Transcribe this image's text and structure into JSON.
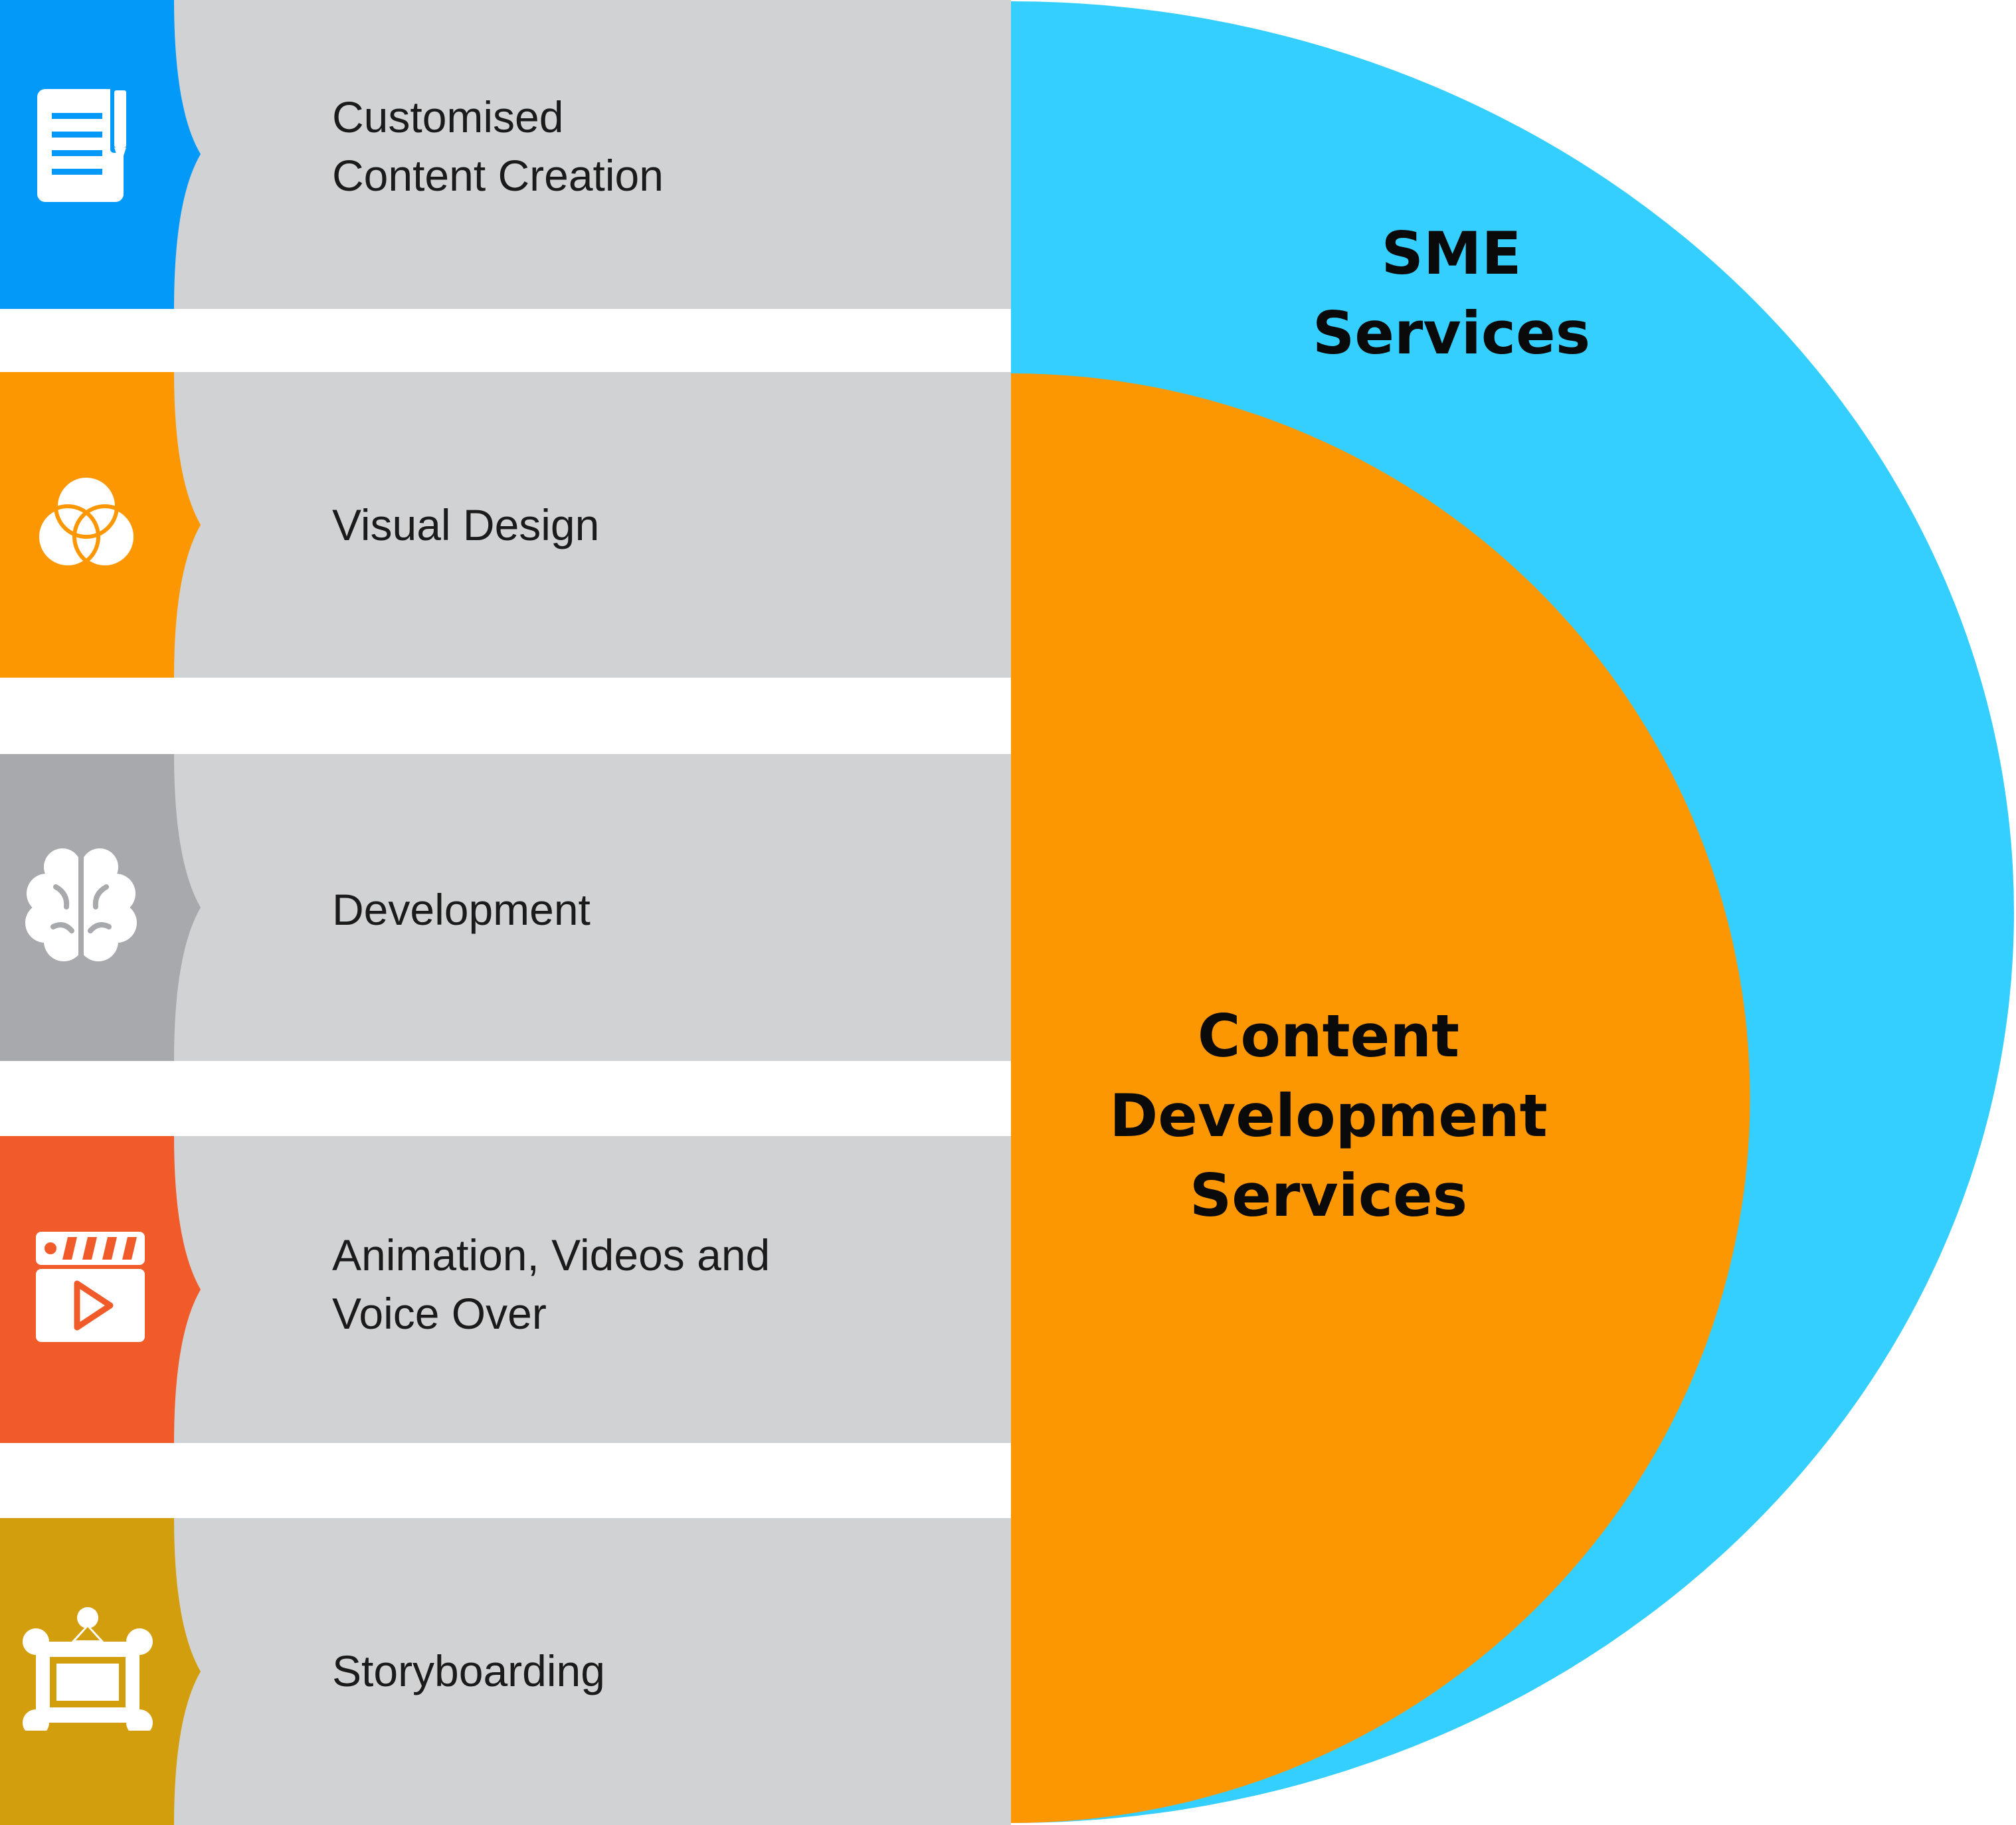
{
  "outer_region": {
    "label_line1": "SME",
    "label_line2": "Services",
    "color": "#35cfff"
  },
  "inner_region": {
    "label_line1": "Content",
    "label_line2": "Development",
    "label_line3": "Services",
    "color": "#fd9701"
  },
  "panel_color": "#d1d2d4",
  "steps": [
    {
      "line1": "Customised",
      "line2": "Content Creation",
      "icon": "document-pencil-icon",
      "color": "#0299f8"
    },
    {
      "line1": "Visual Design",
      "line2": "",
      "icon": "overlapping-circles-icon",
      "color": "#fd9701"
    },
    {
      "line1": "Development",
      "line2": "",
      "icon": "brain-icon",
      "color": "#a7a9ac"
    },
    {
      "line1": "Animation, Videos and",
      "line2": "Voice Over",
      "icon": "video-clapperboard-icon",
      "color": "#f15a29"
    },
    {
      "line1": "Storyboarding",
      "line2": "",
      "icon": "frame-board-icon",
      "color": "#d29e0d"
    }
  ]
}
